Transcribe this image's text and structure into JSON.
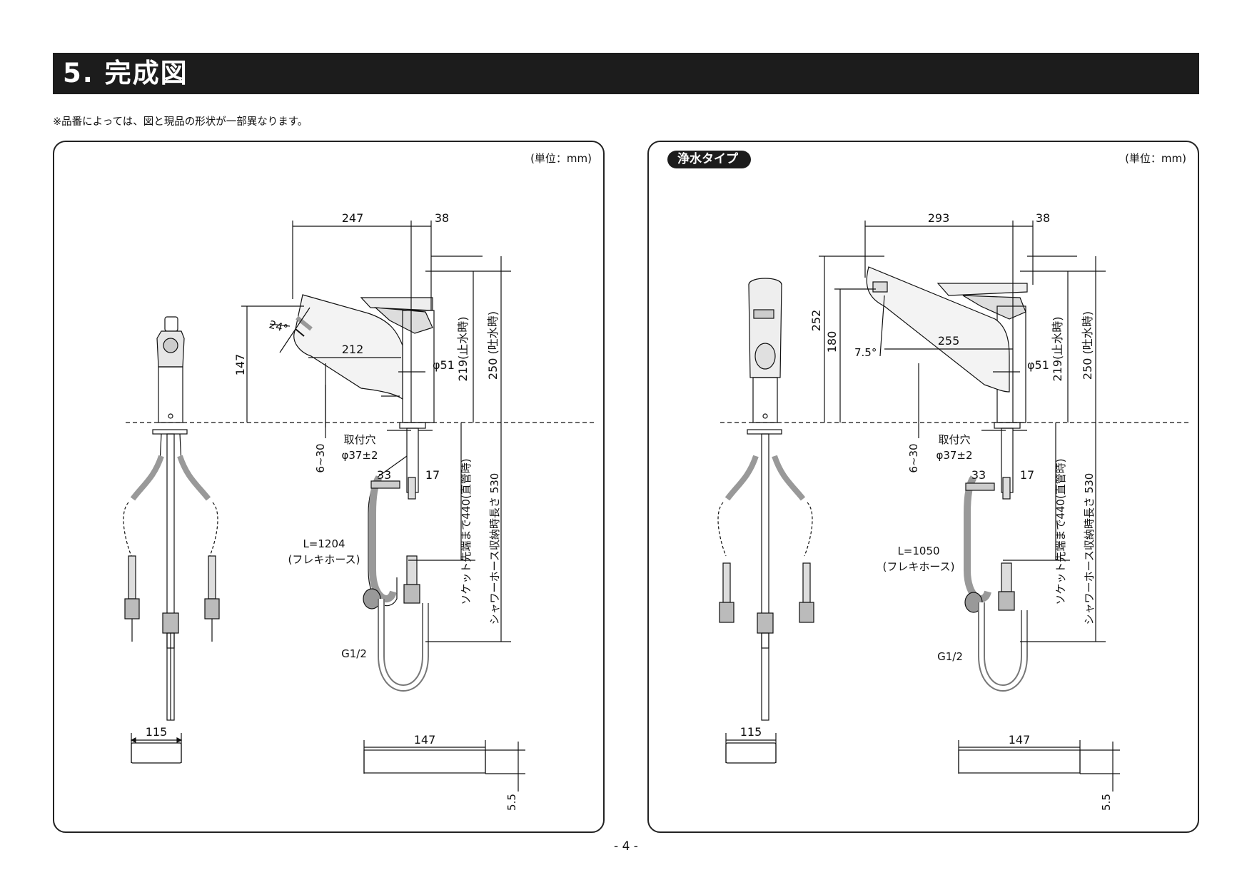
{
  "header": {
    "title": "5. 完成図"
  },
  "note": "※品番によっては、図と現品の形状が一部異なります。",
  "page_number": "- 4 -",
  "panels": [
    {
      "badge": "",
      "unit": "(単位：mm)",
      "dims": {
        "top_left": "247",
        "top_right": "38",
        "spout_height": "147",
        "angle": "24°",
        "reach": "212",
        "dia": "φ51",
        "h_stop": "219(止水時)",
        "h_spout": "250 (吐水時)",
        "thickness": "6~30",
        "hole_label": "取付穴",
        "hole_dia": "φ37±2",
        "d33": "33",
        "d17": "17",
        "hose_len": "L=1204",
        "hose_type": "(フレキホース)",
        "socket": "ソケット先端まで440(直管時)",
        "shower": "シャワーホース収納時長さ 530",
        "thread": "G1/2",
        "w115": "115",
        "w147": "147",
        "h55": "5.5"
      }
    },
    {
      "badge": "浄水タイプ",
      "unit": "(単位：mm)",
      "dims": {
        "top_left": "293",
        "top_right": "38",
        "h252": "252",
        "h180": "180",
        "angle": "7.5°",
        "reach": "255",
        "dia": "φ51",
        "h_stop": "219(止水時)",
        "h_spout": "250 (吐水時)",
        "thickness": "6~30",
        "hole_label": "取付穴",
        "hole_dia": "φ37±2",
        "d33": "33",
        "d17": "17",
        "hose_len": "L=1050",
        "hose_type": "(フレキホース)",
        "socket": "ソケット先端まで440(直管時)",
        "shower": "シャワーホース収納時長さ 530",
        "thread": "G1/2",
        "w115": "115",
        "w147": "147",
        "h55": "5.5"
      }
    }
  ]
}
